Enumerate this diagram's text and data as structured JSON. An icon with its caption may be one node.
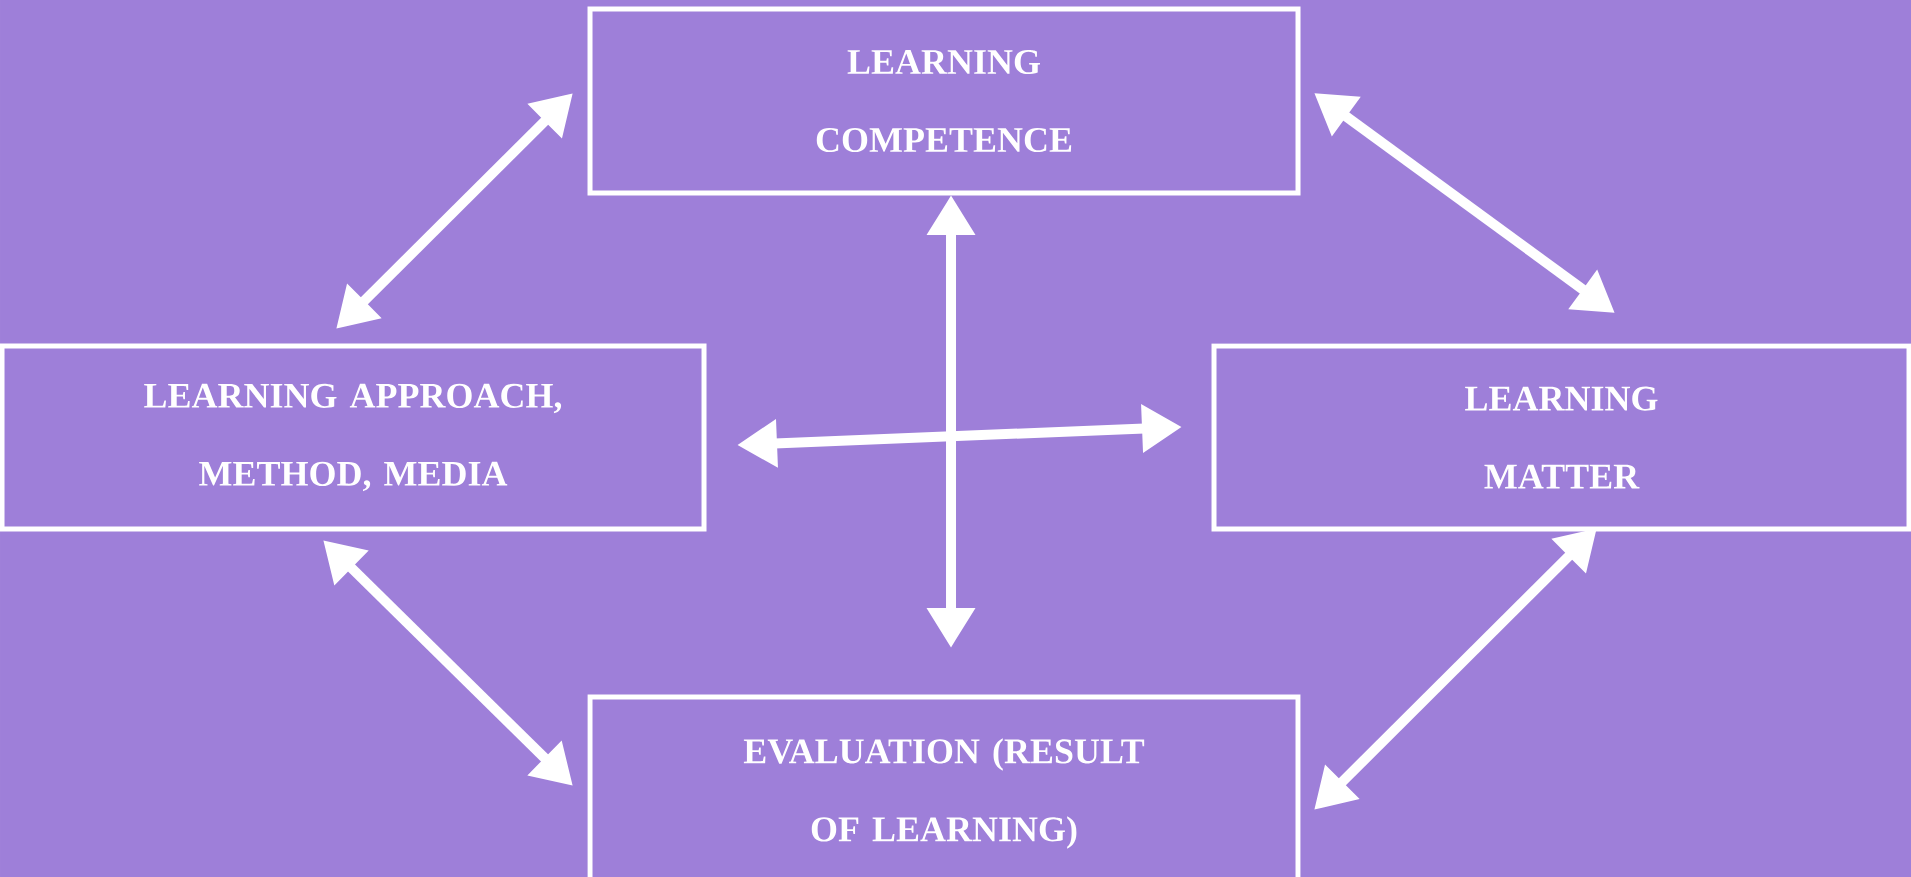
{
  "diagram": {
    "nodes": [
      {
        "text": [
          "LEARNING COMPETENCE"
        ]
      },
      {
        "text": [
          "LEARNING APPROACH, METHOD, MEDIA"
        ]
      },
      {
        "text": [
          "LEARNING MATTER"
        ]
      },
      {
        "text": [
          "EVALUATION (RESULT OF LEARNING)"
        ]
      }
    ],
    "edges": [
      {
        "from": 0,
        "to": 1,
        "arrow": "both"
      },
      {
        "from": 0,
        "to": 2,
        "arrow": "both"
      },
      {
        "from": 0,
        "to": 3,
        "arrow": "both"
      },
      {
        "from": 1,
        "to": 2,
        "arrow": "both"
      },
      {
        "from": 1,
        "to": 3,
        "arrow": "both"
      },
      {
        "from": 2,
        "to": 3,
        "arrow": "both"
      }
    ]
  }
}
